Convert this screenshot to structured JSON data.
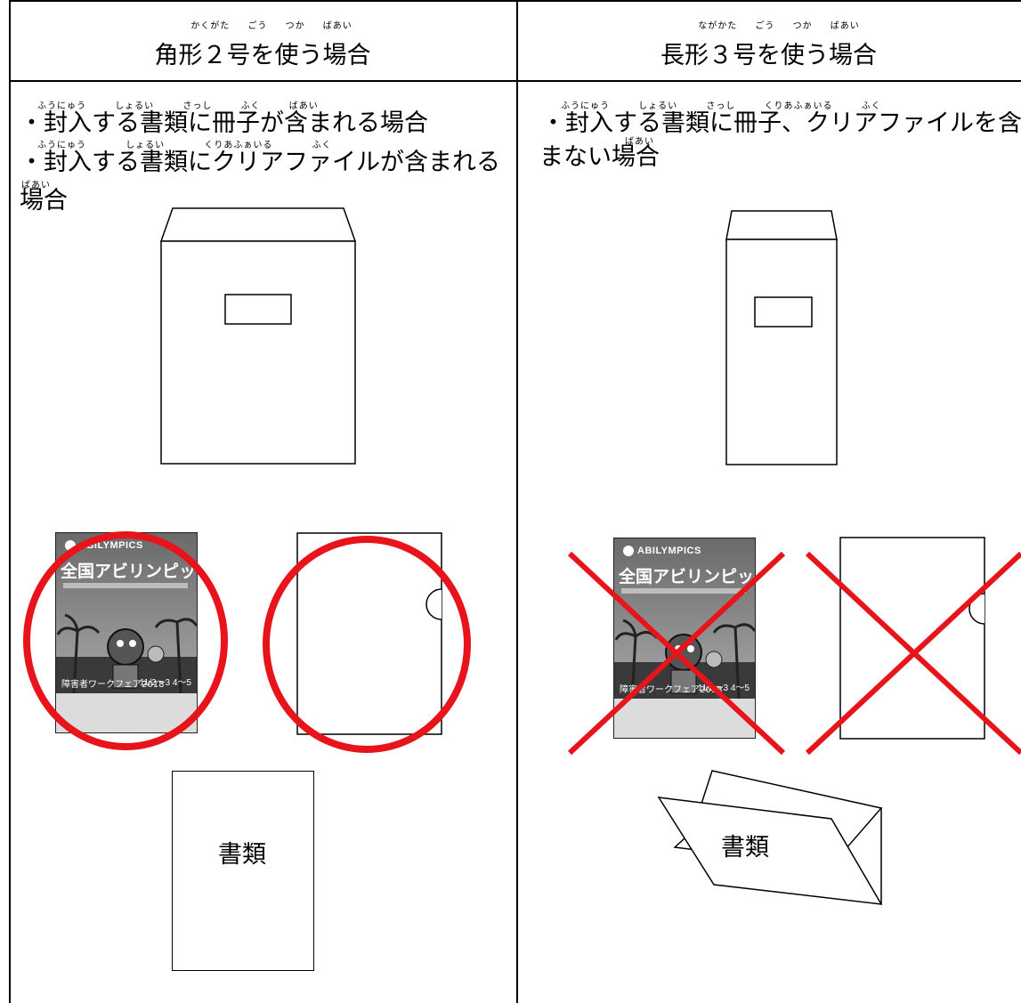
{
  "left": {
    "header": "角形２号を使う場合",
    "header_ruby": [
      "かくがた",
      "ごう",
      "つか",
      "ばあい"
    ],
    "bullets": [
      "・封入する書類に冊子が含まれる場合",
      "・封入する書類にクリアファイルが含まれる",
      "場合"
    ],
    "bullet_ruby": {
      "line1": [
        "ふうにゅう",
        "しょるい",
        "さっし",
        "ふく",
        "ばあい"
      ],
      "line2": [
        "ふうにゅう",
        "しょるい",
        "くりあふぁいる",
        "ふく"
      ],
      "line3": [
        "ばあい"
      ]
    },
    "document_label": "書類"
  },
  "right": {
    "header": "長形３号を使う場合",
    "header_ruby": [
      "ながかた",
      "ごう",
      "つか",
      "ばあい"
    ],
    "bullets": [
      "・封入する書類に冊子、クリアファイルを含",
      "まない場合"
    ],
    "bullet_ruby": {
      "line1": [
        "ふうにゅう",
        "しょるい",
        "さっし",
        "くりあふぁいる",
        "ふく"
      ],
      "line2": [
        "ばあい"
      ]
    },
    "document_label": "書類"
  },
  "brochure": {
    "logo": "ABILYMPICS",
    "title": "全国アビリンピック",
    "fair": "障害者ワークフェア2018",
    "date": "11/2〜3 4〜5"
  },
  "colors": {
    "accept_mark": "#e8141b",
    "reject_mark": "#e8141b"
  },
  "marks": {
    "left_items": "circle",
    "right_items": "cross"
  }
}
